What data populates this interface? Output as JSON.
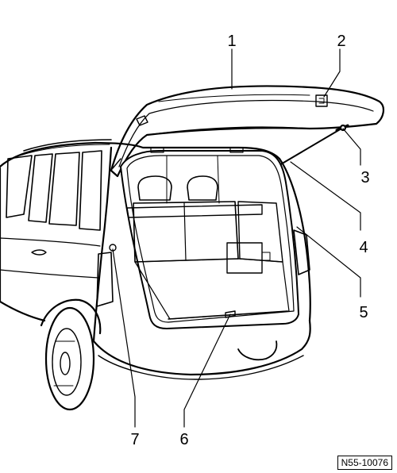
{
  "callouts": [
    {
      "id": "1",
      "label": "1"
    },
    {
      "id": "2",
      "label": "2"
    },
    {
      "id": "3",
      "label": "3"
    },
    {
      "id": "4",
      "label": "4"
    },
    {
      "id": "5",
      "label": "5"
    },
    {
      "id": "6",
      "label": "6"
    },
    {
      "id": "7",
      "label": "7"
    }
  ],
  "figure_ref": "N55-10076"
}
